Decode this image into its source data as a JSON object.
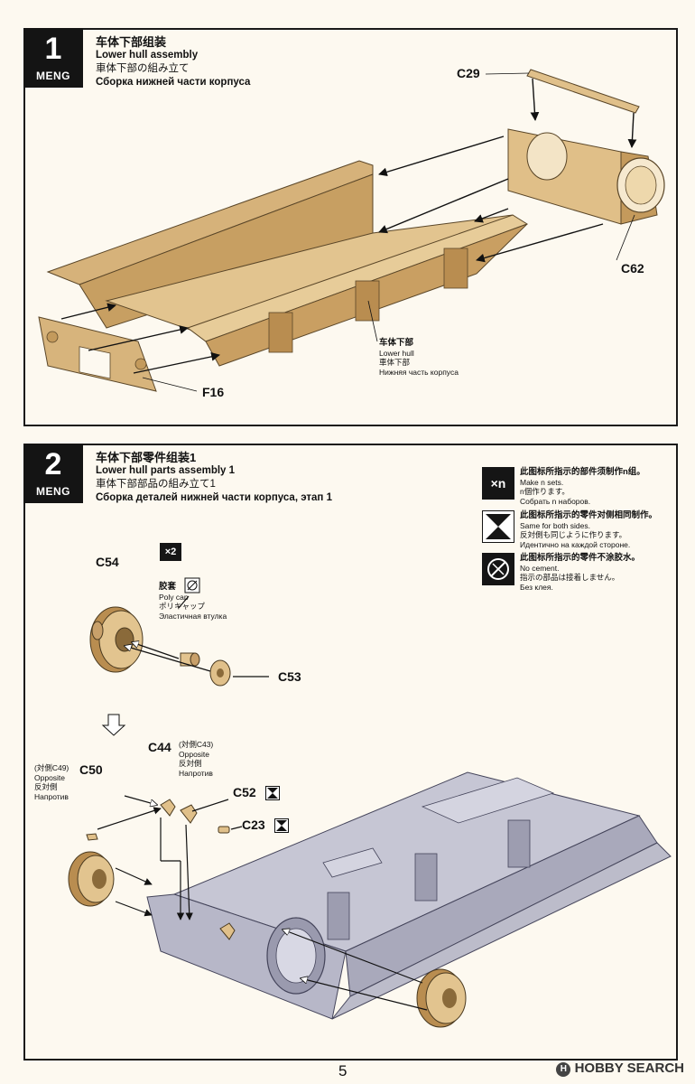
{
  "brand": "MENG",
  "page_number": "5",
  "watermark": "HOBBY SEARCH",
  "step1": {
    "number": "1",
    "title_cn": "车体下部组装",
    "title_en": "Lower hull assembly",
    "title_jp": "車体下部の組み立て",
    "title_ru": "Сборка нижней части корпуса",
    "part_c29": "C29",
    "part_c62": "C62",
    "part_f16": "F16",
    "note_cn": "车体下部",
    "note_en": "Lower hull",
    "note_jp": "車体下部",
    "note_ru": "Нижняя часть корпуса"
  },
  "step2": {
    "number": "2",
    "title_cn": "车体下部零件组装1",
    "title_en": "Lower hull parts assembly 1",
    "title_jp": "車体下部部品の組み立て1",
    "title_ru": "Сборка деталей нижней части корпуса, этап 1",
    "x2": "×2",
    "part_c54": "C54",
    "part_c53": "C53",
    "polycap_cn": "胶套",
    "polycap_en": "Poly cap",
    "polycap_jp": "ポリキャップ",
    "polycap_ru": "Эластичная втулка",
    "part_c44": "C44",
    "c44_opposite_ref": "(対側C43)",
    "c44_opposite_en": "Opposite",
    "c44_opposite_jp": "反対側",
    "c44_opposite_ru": "Напротив",
    "part_c50": "C50",
    "c50_opposite_ref": "(対側C49)",
    "c50_opposite_en": "Opposite",
    "c50_opposite_jp": "反対側",
    "c50_opposite_ru": "Напротив",
    "part_c52": "C52",
    "part_c23": "C23"
  },
  "legend": [
    {
      "icon": "×n",
      "icon_name": "make-n-sets-icon",
      "cn": "此图标所指示的部件须制作n组。",
      "en": "Make n sets.",
      "jp": "n個作ります。",
      "ru": "Собрать n наборов."
    },
    {
      "icon": "",
      "icon_name": "same-both-sides-icon",
      "cn": "此图标所指示的零件对侧相同制作。",
      "en": "Same for both sides.",
      "jp": "反対側も同じように作ります。",
      "ru": "Идентично на каждой стороне."
    },
    {
      "icon": "",
      "icon_name": "no-cement-icon",
      "cn": "此图标所指示的零件不涂胶水。",
      "en": "No cement.",
      "jp": "指示の部品は接着しません。",
      "ru": "Без клея."
    }
  ],
  "colors": {
    "tan_part": "#e0c08a",
    "tan_dark": "#b98d50",
    "grey_hull": "#b7b7c8",
    "grey_dark": "#8f8fa3",
    "ink": "#151515"
  }
}
